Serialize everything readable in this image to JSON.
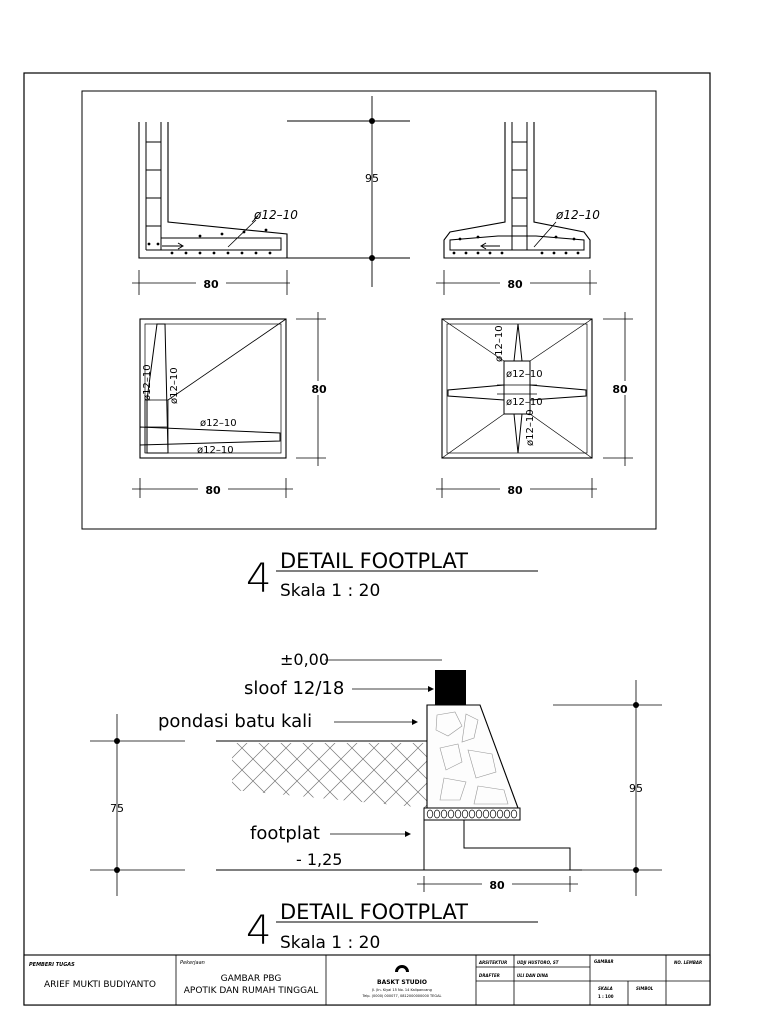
{
  "detail_top": {
    "elev_left": {
      "dim_width": "80",
      "bar_label": "ø12–10"
    },
    "elev_right": {
      "dim_width": "80",
      "bar_label": "ø12–10",
      "dim_height": "95"
    },
    "plan_left": {
      "dim_width": "80",
      "dim_height": "80",
      "bar_v1": "ø12–10",
      "bar_v2": "ø12–10",
      "bar_h1": "ø12–10",
      "bar_h2": "ø12–10"
    },
    "plan_right": {
      "dim_width": "80",
      "dim_height": "80",
      "bar_1": "ø12–10",
      "bar_2": "ø12–10",
      "bar_3": "ø12–10",
      "bar_4": "ø12–10"
    },
    "title": {
      "number": "4",
      "name": "DETAIL FOOTPLAT",
      "scale": "Skala 1 : 20"
    }
  },
  "detail_bottom": {
    "level_top": "±0,00",
    "sloof": "sloof 12/18",
    "pondasi": "pondasi batu kali",
    "footplat": "footplat",
    "level_bottom": "- 1,25",
    "dim_left": "75",
    "dim_right": "95",
    "dim_width": "80",
    "title": {
      "number": "4",
      "name": "DETAIL FOOTPLAT",
      "scale": "Skala 1 : 20"
    }
  },
  "title_block": {
    "pemberi_label": "PEMBERI TUGAS",
    "pemberi_value": "ARIEF MUKTI BUDIYANTO",
    "pekerjaan_label": "Pekerjaan",
    "pekerjaan_line1": "GAMBAR PBG",
    "pekerjaan_line2": "APOTIK DAN RUMAH TINGGAL",
    "studio_name": "BASKT STUDIO",
    "studio_addr1": "Jl. Jln. Kiyai 15 No. 14 Kalipancang",
    "studio_addr2": "Telp. (0000) 000077, 0812000000000 TEGAL",
    "arsitektur_label": "ARSITEKTUR",
    "arsitektur_value": "UDJI HUSTORO, ST",
    "drafter_label": "DRAFTER",
    "drafter_value": "ULI DAN DINA",
    "gambar_label": "GAMBAR",
    "skala_label": "SKALA",
    "skala_value": "1 : 100",
    "simbol_label": "SIMBOL",
    "no_lembar_label": "NO. LEMBAR"
  }
}
